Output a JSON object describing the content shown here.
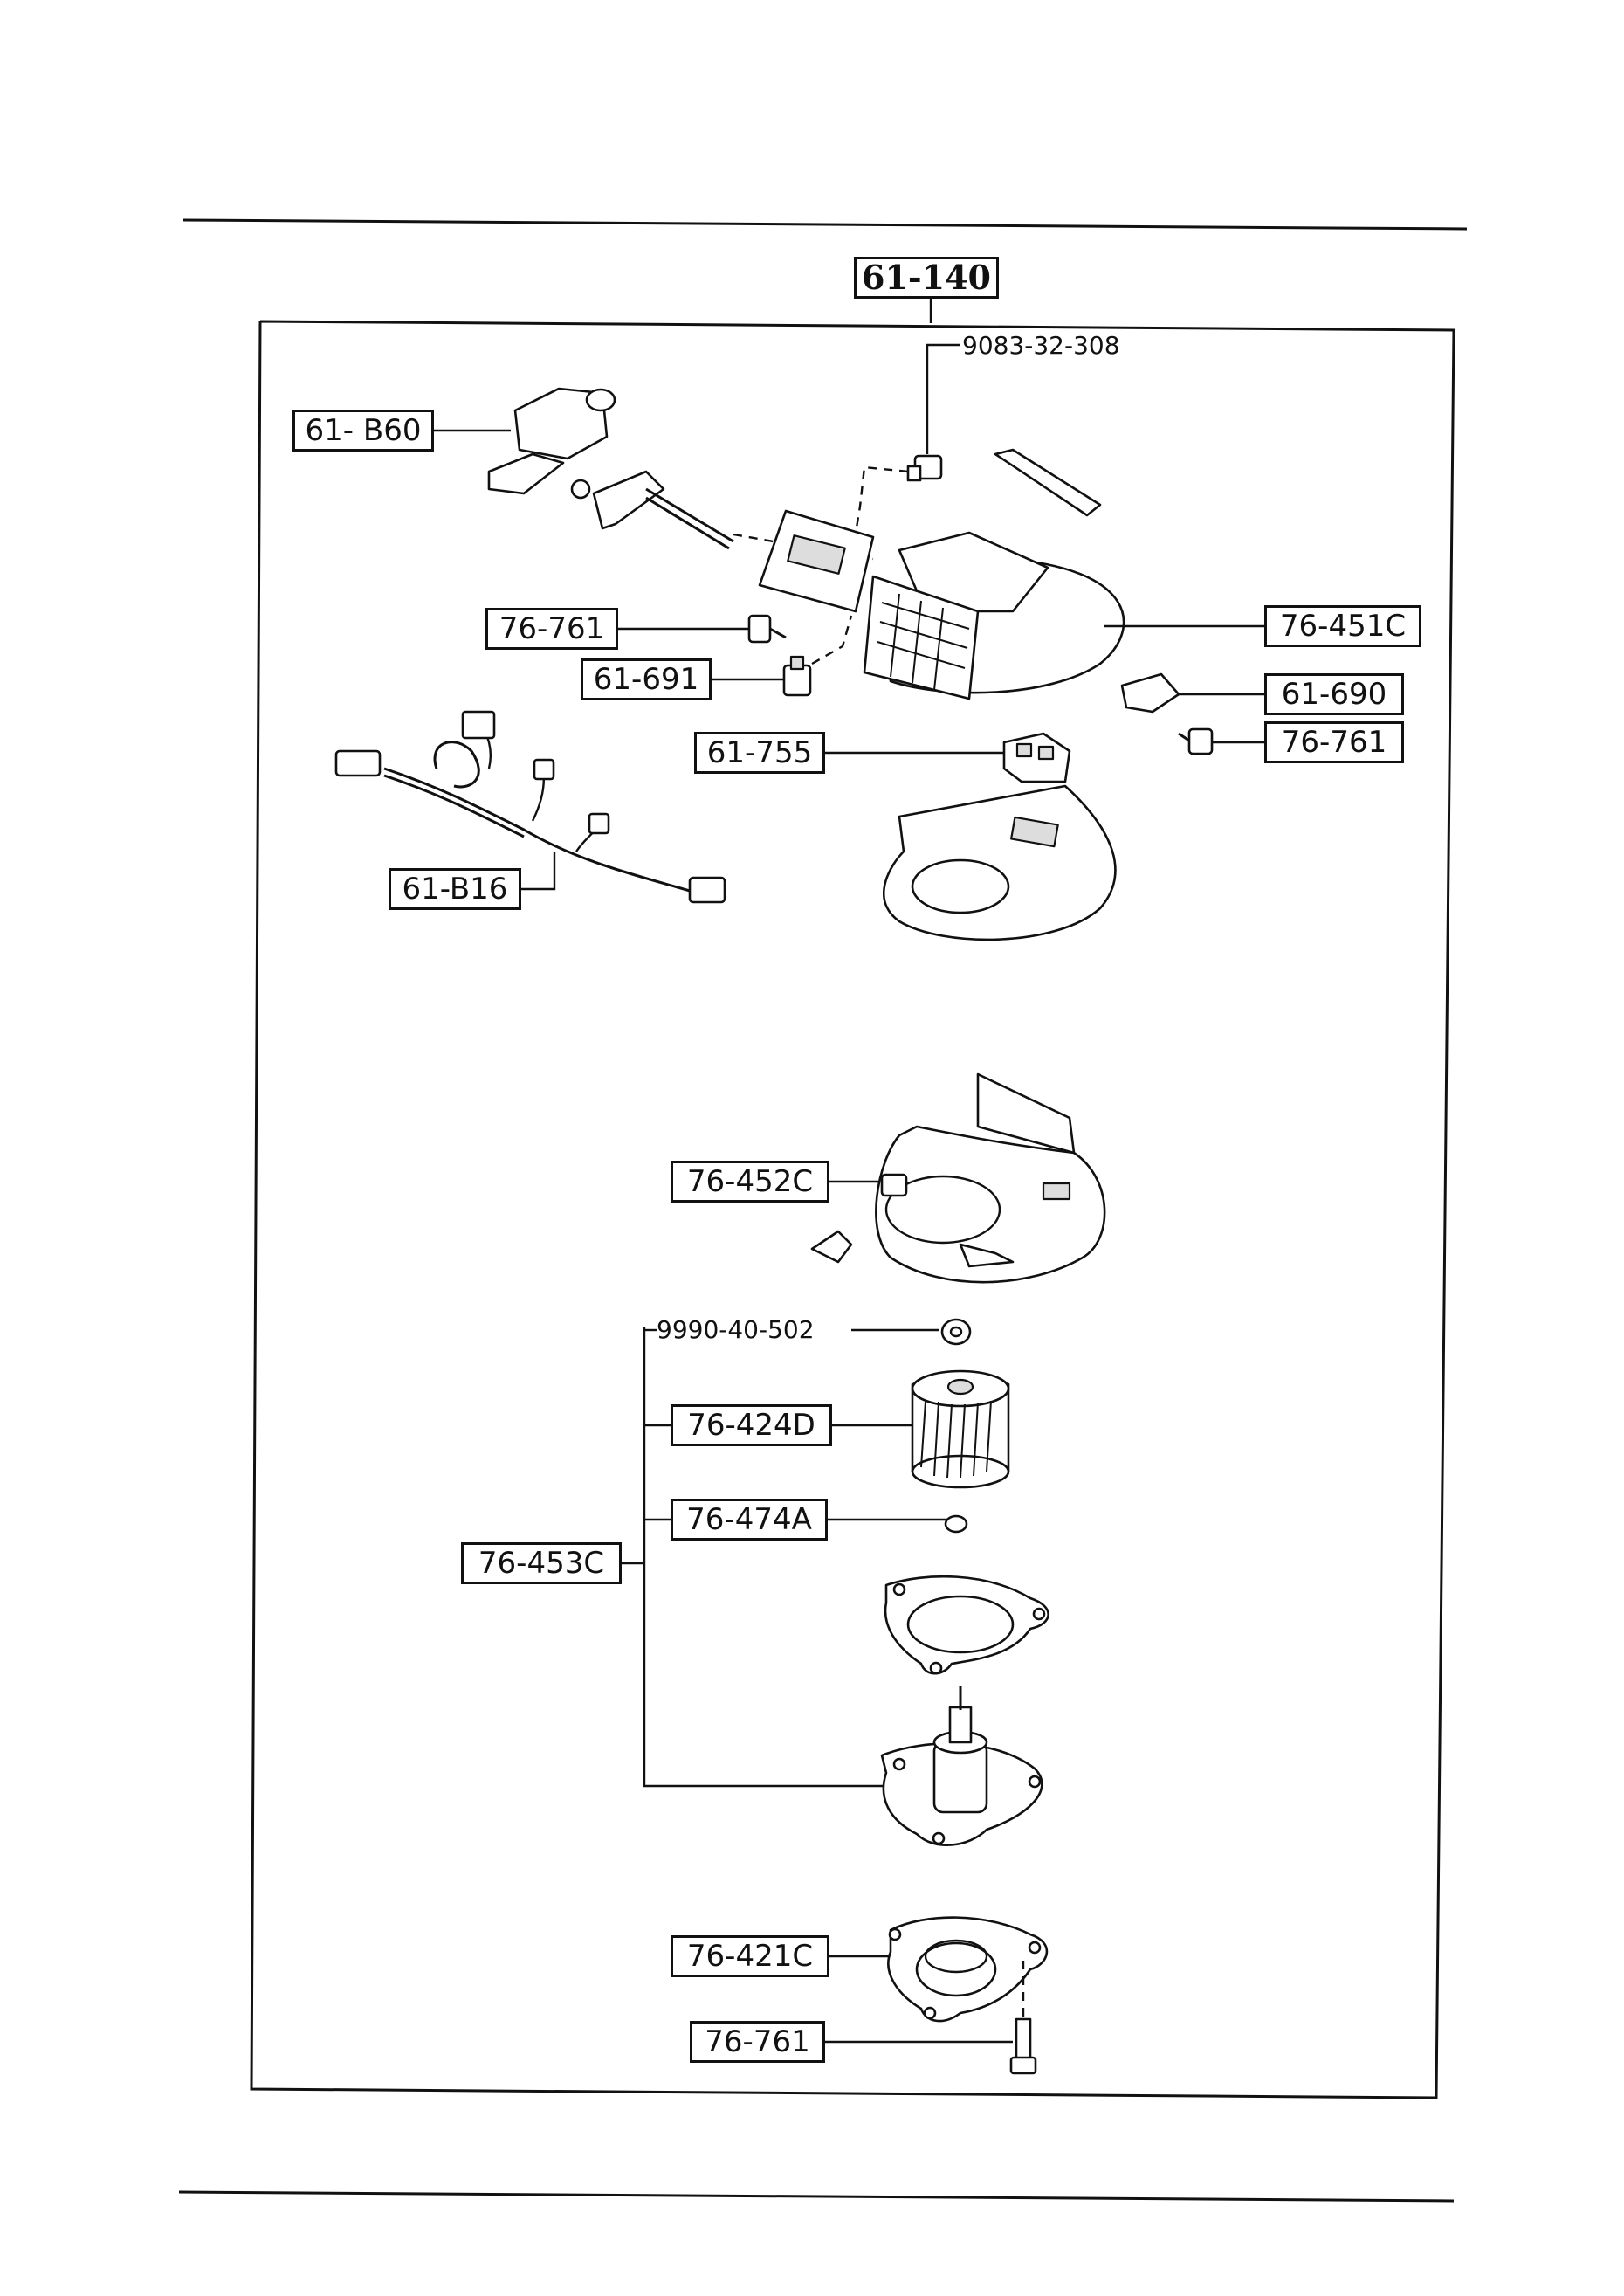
{
  "diagram": {
    "title": "61-140",
    "labels": {
      "p_61b60": "61- B60",
      "p_9083": "9083-32-308",
      "p_76761a": "76-761",
      "p_61691": "61-691",
      "p_61755": "61-755",
      "p_61b16": "61-B16",
      "p_76451c": "76-451C",
      "p_61690": "61-690",
      "p_76761b": "76-761",
      "p_76452c": "76-452C",
      "p_9990": "9990-40-502",
      "p_76424d": "76-424D",
      "p_76474a": "76-474A",
      "p_76453c": "76-453C",
      "p_76421c": "76-421C",
      "p_76761c": "76-761"
    }
  }
}
